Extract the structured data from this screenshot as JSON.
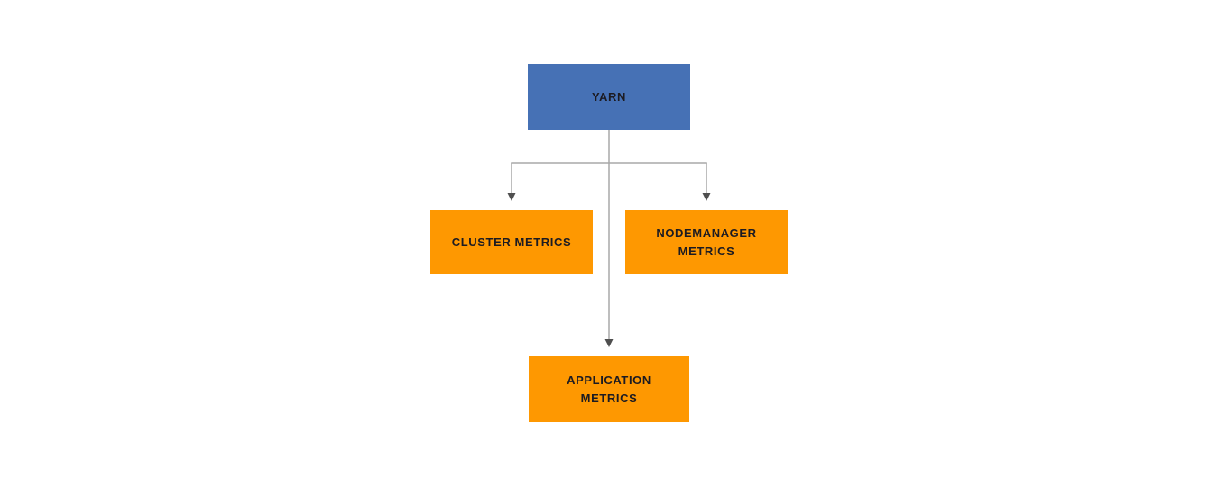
{
  "diagram": {
    "type": "flowchart",
    "nodes": [
      {
        "id": "yarn",
        "label": "YARN",
        "role": "root"
      },
      {
        "id": "cluster-metrics",
        "label": "CLUSTER METRICS",
        "role": "child"
      },
      {
        "id": "nodemanager-metrics",
        "label": "NODEMANAGER METRICS",
        "role": "child"
      },
      {
        "id": "application-metrics",
        "label": "APPLICATION METRICS",
        "role": "child"
      }
    ],
    "edges": [
      {
        "from": "yarn",
        "to": "cluster-metrics"
      },
      {
        "from": "yarn",
        "to": "nodemanager-metrics"
      },
      {
        "from": "yarn",
        "to": "application-metrics"
      }
    ],
    "colors": {
      "root_fill": "#4671b5",
      "child_fill": "#fe9801",
      "text": "#1c1b22",
      "connector": "#a8a8a8",
      "arrowhead": "#4f4f4f",
      "background": "#ffffff"
    }
  }
}
